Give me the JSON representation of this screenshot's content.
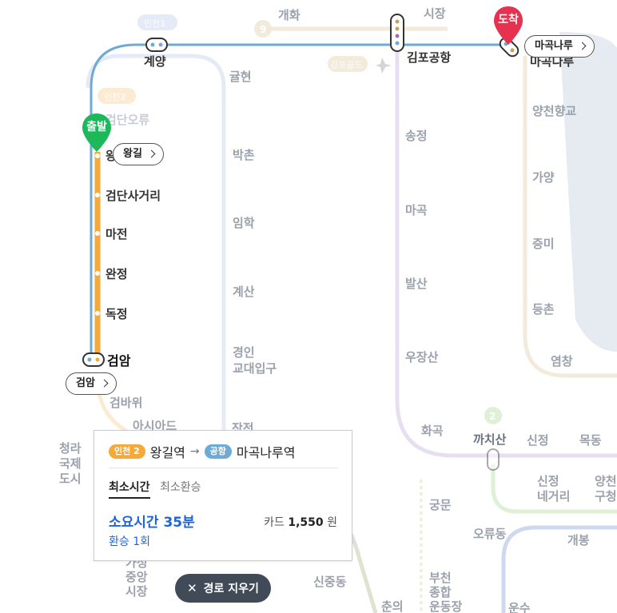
{
  "colors": {
    "incheon2_line": "#f6a93b",
    "airport_line": "#6cabd6",
    "line2": "#6bbd4a",
    "line5": "#9a6fc8",
    "line9": "#c8a25a",
    "start_pin": "#1cb85a",
    "end_pin": "#e5324f",
    "badge_incheon2": "#f6a93b",
    "badge_airport": "#6cabd6",
    "accent_blue": "#2064d8"
  },
  "map": {
    "faint_labels": {
      "gaehwa": "개화",
      "line9": "9",
      "sijang": "시장",
      "gimpo_goldline": "김포골드",
      "incheon1": "인천1",
      "incheon2": "인천2",
      "geumhyeon": "귤현",
      "yangcheon": "양천향교",
      "songjeong": "송정",
      "bakchon": "박촌",
      "gayang": "가양",
      "imhak": "임학",
      "jeungmi": "증미",
      "magok": "마곡",
      "gyesan": "계산",
      "deungchon": "등촌",
      "balsan": "발산",
      "gyeongin1": "경인",
      "gyeongin2": "교대입구",
      "yeomchang": "염창",
      "usan": "우장산",
      "geombawi": "검바위",
      "hwagok": "화곡",
      "kkachisan": "까치산",
      "sinjeong": "신정",
      "mokdong": "목동",
      "line2": "2",
      "cheongra1": "청라",
      "cheongra2": "국제",
      "cheongra3": "도시",
      "sinjeong_ne1": "신정",
      "sinjeong_ne2": "네거리",
      "yangcheon_gu1": "양천",
      "yangcheon_gu2": "구청",
      "oryu": "오류동",
      "gaebong": "개봉",
      "gajeong1": "가정",
      "gajeong2": "중앙",
      "gajeong3": "시장",
      "sinjung": "신중동",
      "bucheon1": "부천",
      "bucheon2": "종합",
      "bucheon3": "운동장",
      "asiad": "아시아드",
      "jakjeon": "작전",
      "unsu": "운수",
      "chunui": "춘의",
      "gungmun": "궁문"
    },
    "stations": {
      "gyeyang": "계양",
      "gimpo_airport": "김포공항",
      "magoknaru": "마곡나루",
      "geomdan_oryu": "검단오류",
      "wanggil_partial": "왕",
      "geomdan_sageori": "검단사거리",
      "majeon": "마전",
      "wanjeong": "완정",
      "dokjeong": "독정",
      "geomam": "검암"
    },
    "start_pin": "출발",
    "end_pin": "도착",
    "pill_wanggil": "왕길",
    "pill_magoknaru": "마곡나루",
    "pill_geomam": "검암"
  },
  "card": {
    "from_badge": "인천 2",
    "from_station": "왕길역",
    "arrow": "→",
    "to_badge": "공항",
    "to_station": "마곡나루역",
    "tab_fastest": "최소시간",
    "tab_min_transfer": "최소환승",
    "time_label": "소요시간 35분",
    "transfer_label": "환승 1회",
    "fare_prefix": "카드",
    "fare_amount": "1,550",
    "fare_unit": "원"
  },
  "clear_button": {
    "icon": "close-icon",
    "label": "경로 지우기"
  }
}
